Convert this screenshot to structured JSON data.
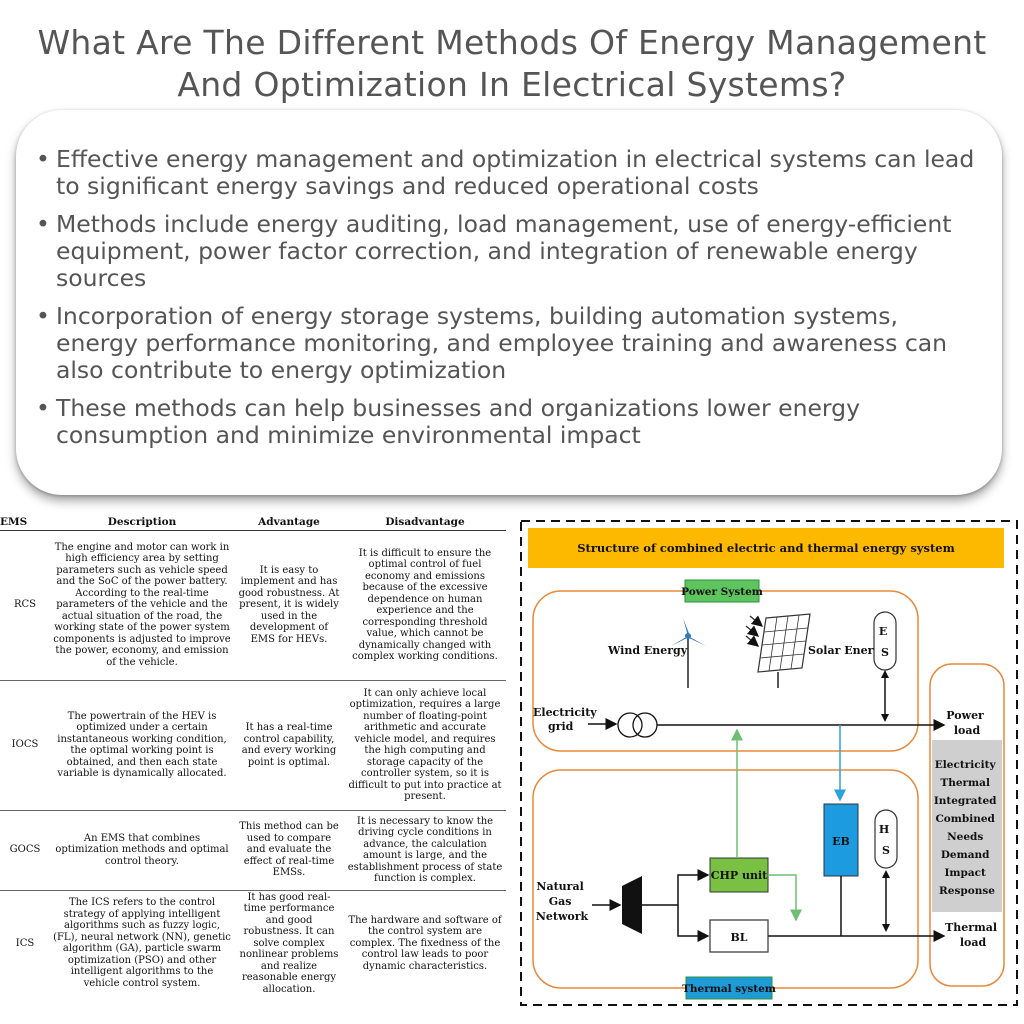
{
  "title_line1": "What Are The Different Methods Of Energy Management",
  "title_line2": "And Optimization In Electrical Systems?",
  "bullets": [
    "Effective energy management and optimization in electrical systems can lead to significant energy savings and reduced operational costs",
    "Methods include energy auditing, load management, use of energy-efficient equipment, power factor correction, and integration of renewable energy sources",
    "Incorporation of energy storage systems, building automation systems, energy performance monitoring, and employee training and awareness can also contribute to energy optimization",
    "These methods can help businesses and organizations lower energy consumption and minimize environmental impact"
  ],
  "table": {
    "headers": [
      "EMS",
      "Description",
      "Advantage",
      "Disadvantage"
    ],
    "rows": [
      {
        "name": "RCS",
        "description": "The engine and motor can work in high efficiency area by setting parameters such as vehicle speed and the SoC of the power battery. According to the real-time parameters of the vehicle and the actual situation of the road, the working state of the power system components is adjusted to improve the power, economy, and emission of the vehicle.",
        "advantage": "It is easy to implement and has good robustness. At present, it is widely used in the development of EMS for HEVs.",
        "disadvantage": "It is difficult to ensure the optimal control of fuel economy and emissions because of the excessive dependence on human experience and the corresponding threshold value, which cannot be dynamically changed with complex working conditions."
      },
      {
        "name": "IOCS",
        "description": "The powertrain of the HEV is optimized under a certain instantaneous working condition, the optimal working point is obtained, and then each state variable is dynamically allocated.",
        "advantage": "It has a real-time control capability, and every working point is optimal.",
        "disadvantage": "It can only achieve local optimization, requires a large number of floating-point arithmetic and accurate vehicle model, and requires the high computing and storage capacity of the controller system, so it is difficult to put into practice at present."
      },
      {
        "name": "GOCS",
        "description": "An EMS that combines optimization methods and optimal control theory.",
        "advantage": "This method can be used to compare and evaluate the effect of real-time EMSs.",
        "disadvantage": "It is necessary to know the driving cycle conditions in advance, the calculation amount is large, and the establishment process of state function is complex."
      },
      {
        "name": "ICS",
        "description": "The ICS refers to the control strategy of applying intelligent algorithms such as fuzzy logic, (FL), neural network (NN), genetic algorithm (GA), particle swarm optimization (PSO) and other intelligent algorithms to the vehicle control system.",
        "advantage": "It has good real-time performance and good robustness. It can solve complex nonlinear problems and realize reasonable energy allocation.",
        "disadvantage": "The hardware and software of the control system are complex. The fixedness of the control law leads to poor dynamic characteristics."
      }
    ]
  },
  "diagram": {
    "header": "Structure of combined electric and thermal energy system",
    "power_system": "Power System",
    "thermal_system": "Thermal system",
    "wind_energy": "Wind Energy",
    "solar_energy": "Solar Energy",
    "es": [
      "E",
      "S"
    ],
    "hs": [
      "H",
      "S"
    ],
    "electricity_grid": [
      "Electricity",
      "grid"
    ],
    "natural_gas": [
      "Natural",
      "Gas",
      "Network"
    ],
    "power_load": [
      "Power",
      "load"
    ],
    "thermal_load": [
      "Thermal",
      "load"
    ],
    "chp_unit": "CHP unit",
    "bl": "BL",
    "eb": "EB",
    "demand_response": [
      "Electricity",
      "Thermal",
      "Integrated",
      "Combined",
      "Needs",
      "Demand",
      "Impact",
      "Response"
    ],
    "colors": {
      "header_bg": "#fcb900",
      "orange_border": "#e8893a",
      "green": "#4caf50",
      "chp_fill": "#7ac143",
      "blue": "#1e9ad6",
      "eb_fill": "#1d9be0",
      "label_green_border": "#3aa44a",
      "gray_box": "#cfcfcf"
    }
  }
}
